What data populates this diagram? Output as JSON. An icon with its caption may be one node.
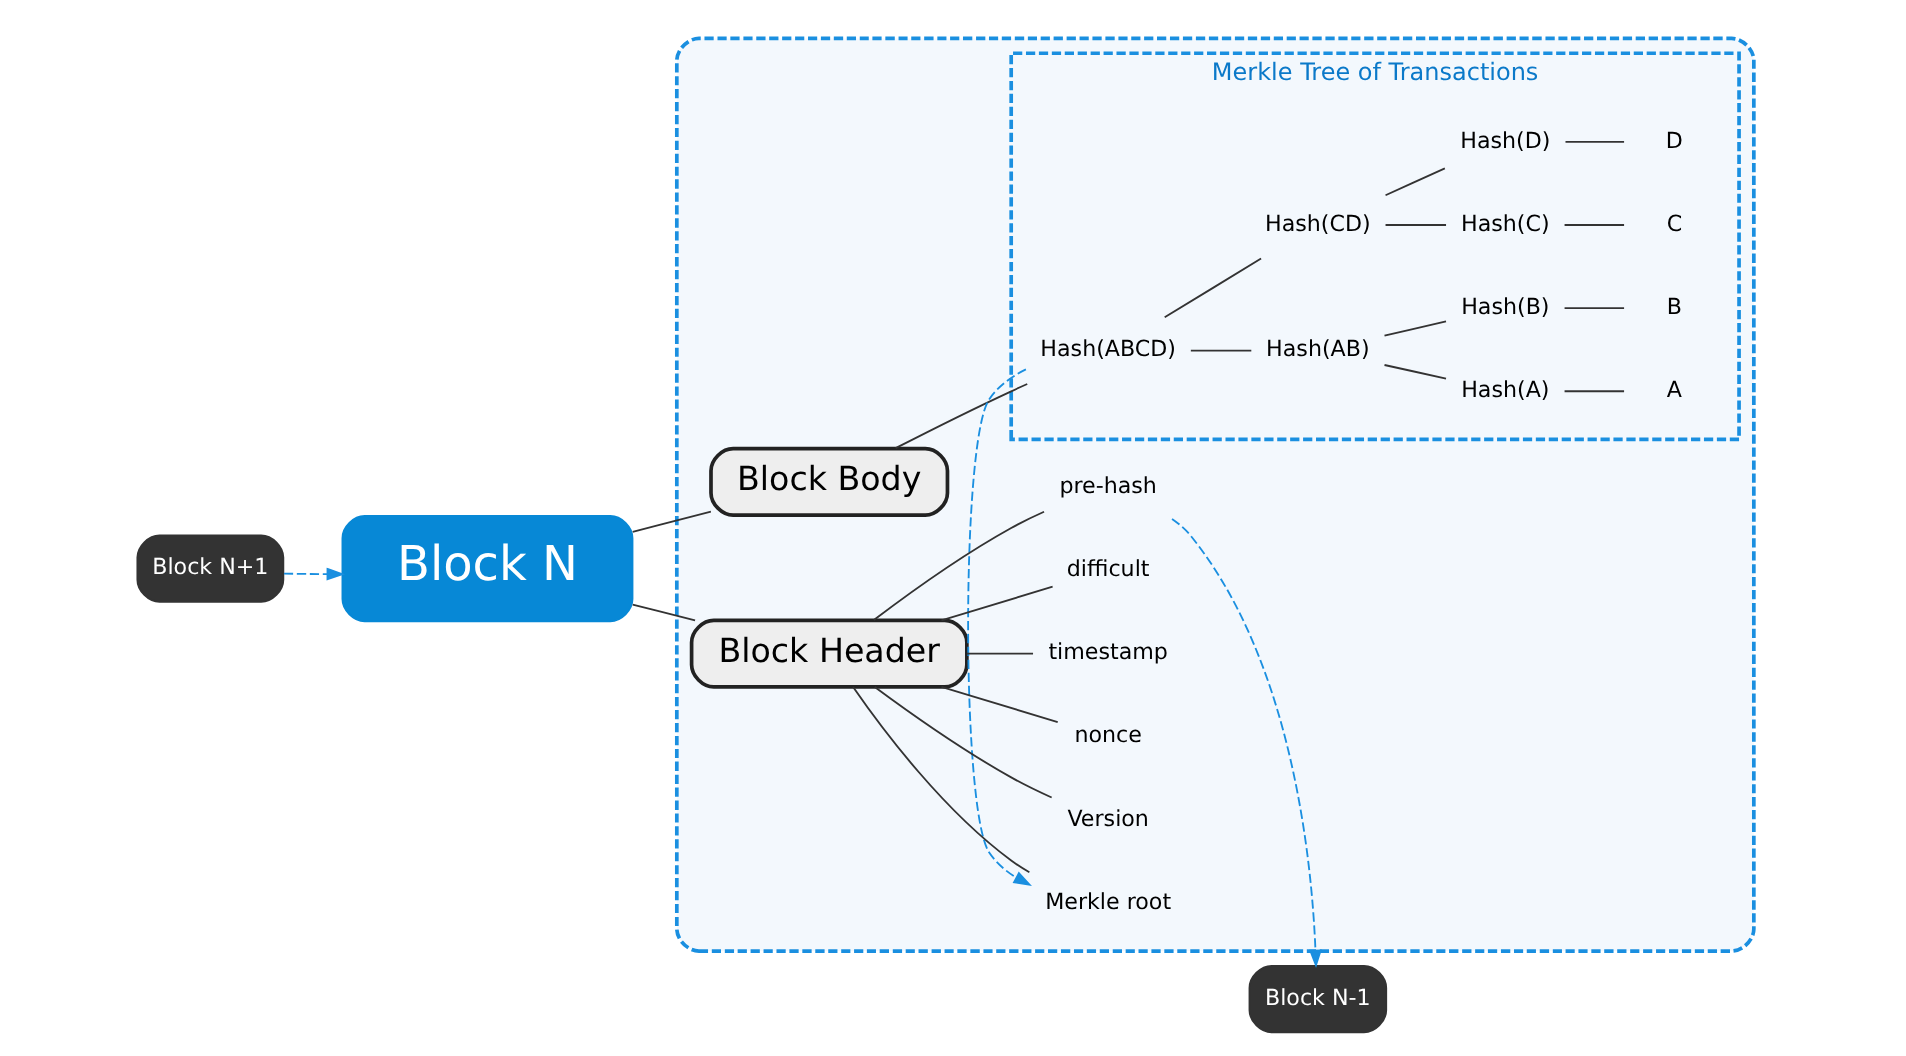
{
  "diagram": {
    "nodes": [
      {
        "text": [
          "Block N+1"
        ]
      },
      {
        "text": [
          "Block N"
        ]
      },
      {
        "text": [],
        "shape": "box"
      },
      {
        "text": [
          "Block Body"
        ],
        "in": 2
      },
      {
        "text": [
          "Merkle Tree of Transactions"
        ],
        "in": 2
      },
      {
        "text": [
          "Hash(ABCD)"
        ],
        "in": 4
      },
      {
        "text": [
          "Hash(AB)"
        ],
        "in": 4
      },
      {
        "text": [
          "Hash(A)"
        ],
        "in": 4
      },
      {
        "text": [
          "A"
        ],
        "in": 4
      },
      {
        "text": [
          "Hash(B)"
        ],
        "in": 4
      },
      {
        "text": [
          "B"
        ],
        "in": 4
      },
      {
        "text": [
          "Hash(CD)"
        ],
        "in": 4
      },
      {
        "text": [
          "Hash(C)"
        ],
        "in": 4
      },
      {
        "text": [
          "C"
        ],
        "in": 4
      },
      {
        "text": [
          "Hash(D)"
        ],
        "in": 4
      },
      {
        "text": [
          "D"
        ],
        "in": 4
      },
      {
        "text": [
          "Block Header"
        ],
        "in": 2
      },
      {
        "text": [
          "Merkle root"
        ],
        "in": 2
      },
      {
        "text": [
          "Version"
        ],
        "in": 2
      },
      {
        "text": [
          "nonce"
        ],
        "in": 2
      },
      {
        "text": [
          "timestamp"
        ],
        "in": 2
      },
      {
        "text": [
          "difficult"
        ],
        "in": 2
      },
      {
        "text": [
          "pre-hash"
        ],
        "in": 2
      },
      {
        "text": [
          "Block N-1"
        ]
      }
    ],
    "edges": [
      {
        "from": 0,
        "to": 1,
        "arrow": "to",
        "style": "dashed",
        "color": "#1a8fe0"
      },
      {
        "from": 1,
        "to": 3,
        "arrow": "none"
      },
      {
        "from": 1,
        "to": 16,
        "arrow": "none"
      },
      {
        "from": 3,
        "to": 5,
        "arrow": "none"
      },
      {
        "from": 5,
        "to": 6,
        "arrow": "none"
      },
      {
        "from": 5,
        "to": 11,
        "arrow": "none"
      },
      {
        "from": 6,
        "to": 7,
        "arrow": "none"
      },
      {
        "from": 6,
        "to": 9,
        "arrow": "none"
      },
      {
        "from": 7,
        "to": 8,
        "arrow": "none"
      },
      {
        "from": 9,
        "to": 10,
        "arrow": "none"
      },
      {
        "from": 11,
        "to": 12,
        "arrow": "none"
      },
      {
        "from": 11,
        "to": 14,
        "arrow": "none"
      },
      {
        "from": 12,
        "to": 13,
        "arrow": "none"
      },
      {
        "from": 14,
        "to": 15,
        "arrow": "none"
      },
      {
        "from": 5,
        "to": 17,
        "arrow": "to",
        "style": "dashed",
        "color": "#1a8fe0"
      },
      {
        "from": 16,
        "to": 17,
        "arrow": "none"
      },
      {
        "from": 16,
        "to": 18,
        "arrow": "none"
      },
      {
        "from": 16,
        "to": 19,
        "arrow": "none"
      },
      {
        "from": 16,
        "to": 20,
        "arrow": "none"
      },
      {
        "from": 16,
        "to": 21,
        "arrow": "none"
      },
      {
        "from": 16,
        "to": 22,
        "arrow": "none"
      },
      {
        "from": 22,
        "to": 23,
        "arrow": "to",
        "style": "dashed",
        "color": "#1a8fe0"
      }
    ]
  }
}
